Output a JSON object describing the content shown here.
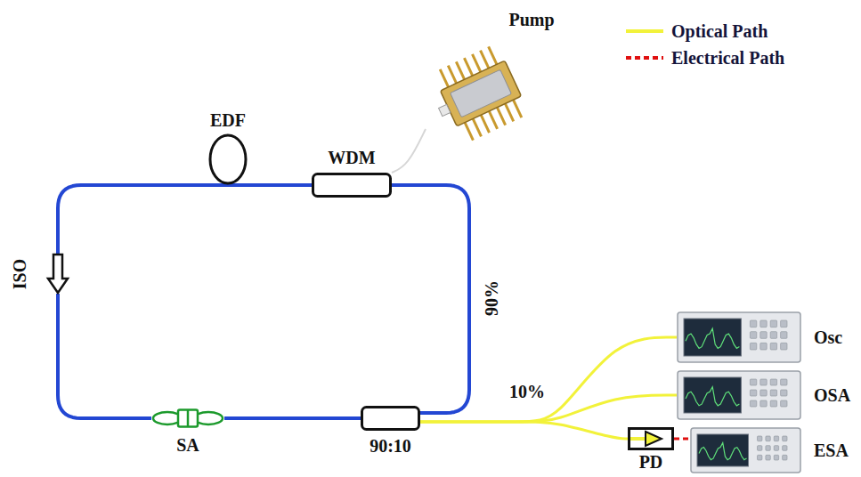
{
  "diagram": {
    "nodes": [
      {
        "text": [
          "EDF"
        ]
      },
      {
        "text": [
          "WDM"
        ]
      },
      {
        "text": [
          "Pump"
        ]
      },
      {
        "text": [
          "90:10"
        ]
      },
      {
        "text": [
          "SA"
        ]
      },
      {
        "text": [
          "ISO"
        ]
      },
      {
        "text": [
          "Osc"
        ]
      },
      {
        "text": [
          "OSA"
        ]
      },
      {
        "text": [
          "PD"
        ]
      },
      {
        "text": [
          "ESA"
        ]
      }
    ],
    "edges": [
      {
        "from": 0,
        "to": 5,
        "arrow": "none"
      },
      {
        "from": 5,
        "to": 4,
        "arrow": "none"
      },
      {
        "from": 4,
        "to": 3,
        "arrow": "none"
      },
      {
        "from": 3,
        "to": 1,
        "label": "90%",
        "arrow": "none"
      },
      {
        "from": 1,
        "to": 0,
        "arrow": "none"
      },
      {
        "from": 2,
        "to": 1,
        "arrow": "none"
      },
      {
        "from": 3,
        "to": 6,
        "label": "10%",
        "arrow": "none"
      },
      {
        "from": 3,
        "to": 7,
        "arrow": "none"
      },
      {
        "from": 3,
        "to": 8,
        "arrow": "none"
      },
      {
        "from": 8,
        "to": 9,
        "arrow": "none"
      }
    ],
    "legend": [
      {
        "text": "Optical Path"
      },
      {
        "text": "Electrical Path"
      }
    ]
  }
}
